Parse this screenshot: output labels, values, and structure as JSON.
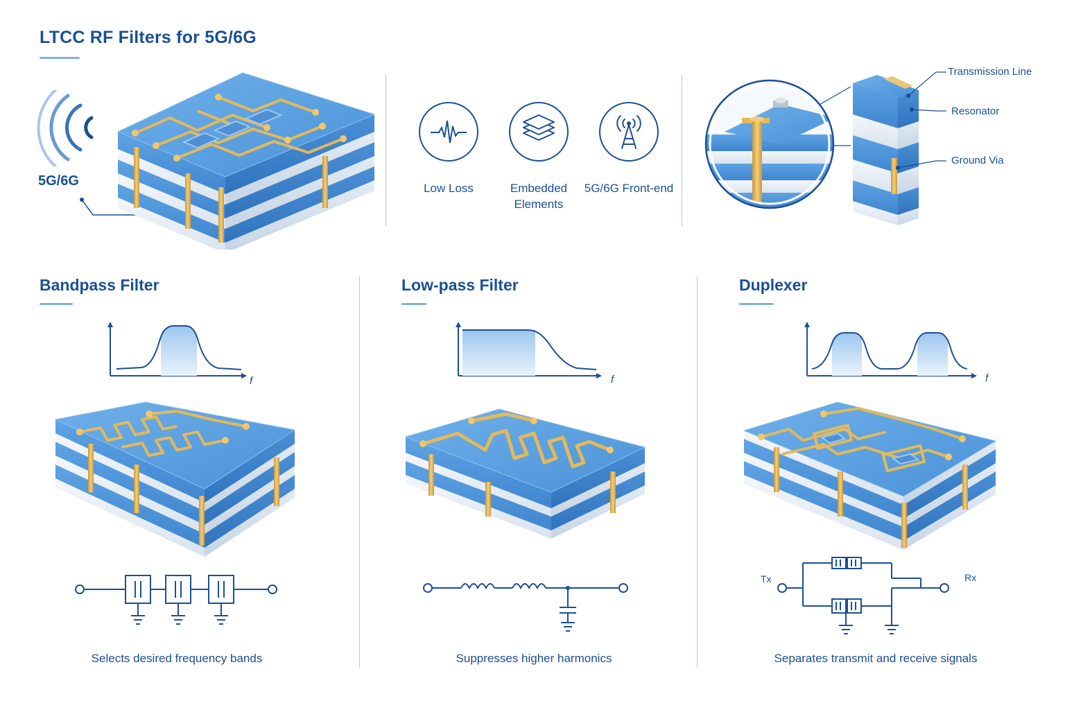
{
  "header": {
    "title": "LTCC RF Filters for 5G/6G"
  },
  "hero": {
    "band_label": "5G/6G"
  },
  "features": [
    {
      "label": "Low Loss",
      "icon": "waveform-icon"
    },
    {
      "label": "Embedded Elements",
      "icon": "layers-icon"
    },
    {
      "label": "5G/6G Front-end",
      "icon": "antenna-icon"
    }
  ],
  "cross_section": {
    "callouts": [
      "Transmission Line",
      "Resonator",
      "Ground Via"
    ]
  },
  "filters": [
    {
      "title": "Bandpass Filter",
      "axis_label": "f",
      "caption": "Selects desired frequency bands"
    },
    {
      "title": "Low-pass Filter",
      "axis_label": "f",
      "caption": "Suppresses higher harmonics"
    },
    {
      "title": "Duplexer",
      "axis_label": "f",
      "caption": "Separates transmit and receive signals",
      "ports": {
        "tx": "Tx",
        "rx": "Rx"
      }
    }
  ],
  "colors": {
    "primary": "#1b4f94",
    "ceramic": "#5a9fe0",
    "ceramic_light": "#e8eef5",
    "gold": "#e3b95a"
  }
}
